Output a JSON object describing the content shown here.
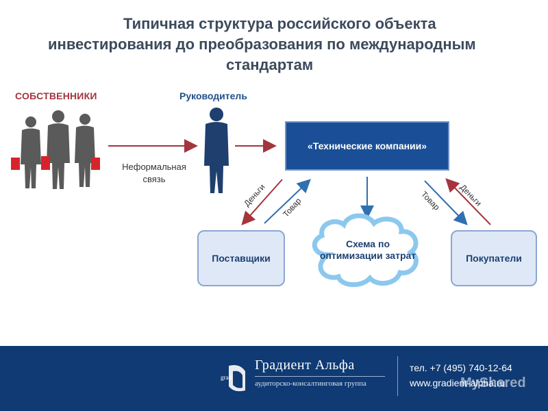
{
  "title": {
    "line1": "Типичная структура российского объекта",
    "line2": "инвестирования до преобразования по международным",
    "line3": "стандартам"
  },
  "nodes": {
    "owners": "СОБСТВЕННИКИ",
    "head": "Руководитель",
    "informal_link": "Неформальная связь",
    "tech": "«Технические компании»",
    "suppliers": "Поставщики",
    "buyers": "Покупатели",
    "scheme": "Схема по оптимизации затрат"
  },
  "flows": {
    "money": "Деньги",
    "goods": "Товар"
  },
  "footer": {
    "company": "Градиент Альфа",
    "subtitle": "аудиторско-консалтинговая группа",
    "logo_mark": "grad",
    "phone": "тел. +7 (495) 740-12-64",
    "site": "www.gradient-alpha.ru",
    "watermark": "MyShared"
  },
  "colors": {
    "owners_label": "#a4353d",
    "tech_box": "#1a4f97",
    "footer": "#0f3a73"
  }
}
